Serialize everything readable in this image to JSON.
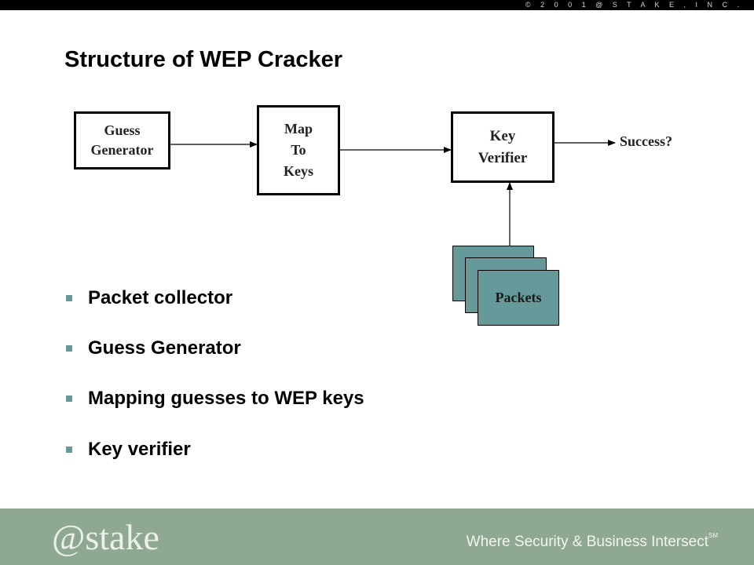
{
  "header": {
    "copyright": "© 2 0 0 1   @ S T A K E ,   I N C ."
  },
  "slide": {
    "title": "Structure of WEP Cracker"
  },
  "diagram": {
    "guess_generator": [
      "Guess",
      "Generator"
    ],
    "map_to_keys": [
      "Map",
      "To",
      "Keys"
    ],
    "key_verifier": [
      "Key",
      "Verifier"
    ],
    "success": "Success?",
    "packets": "Packets",
    "packet_color": "#669999"
  },
  "bullets": [
    "Packet collector",
    "Guess Generator",
    "Mapping guesses to WEP keys",
    "Key verifier"
  ],
  "footer": {
    "logo": "@stake",
    "tagline": "Where Security & Business Intersect",
    "tagline_mark": "SM",
    "background": "#8fa891"
  }
}
